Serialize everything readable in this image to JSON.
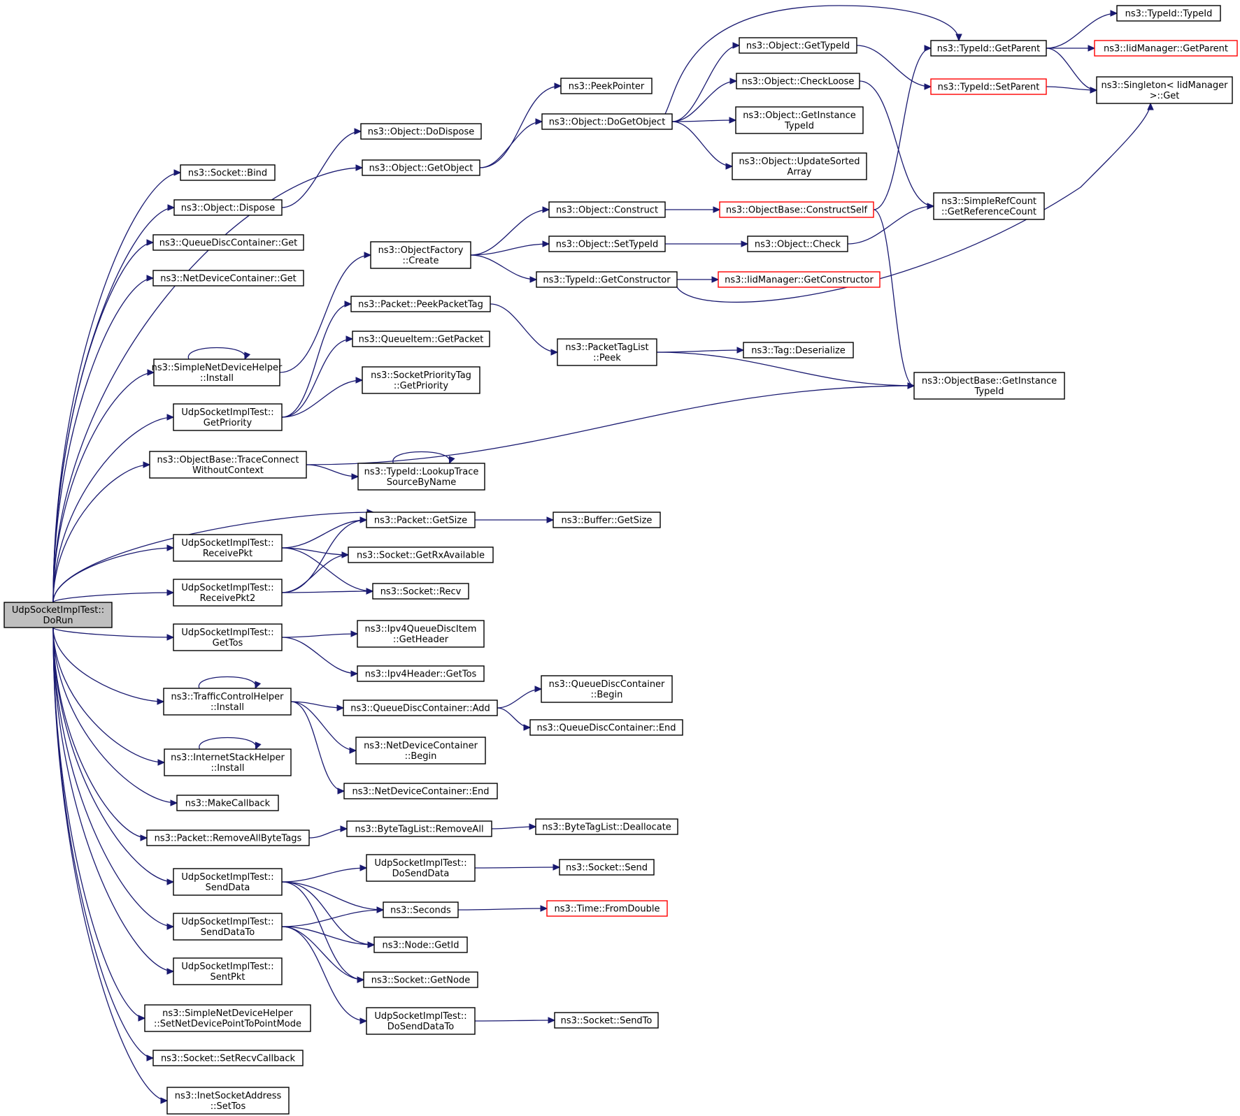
{
  "nodes": {
    "doRun": {
      "lines": [
        "UdpSocketImplTest::",
        "DoRun"
      ]
    },
    "socketBind": {
      "lines": [
        "ns3::Socket::Bind"
      ]
    },
    "objectDispose": {
      "lines": [
        "ns3::Object::Dispose"
      ]
    },
    "qdcGet": {
      "lines": [
        "ns3::QueueDiscContainer::Get"
      ]
    },
    "ndcGet": {
      "lines": [
        "ns3::NetDeviceContainer::Get"
      ]
    },
    "sndhInstall": {
      "lines": [
        "ns3::SimpleNetDeviceHelper",
        "::Install"
      ]
    },
    "udpGetPriority": {
      "lines": [
        "UdpSocketImplTest::",
        "GetPriority"
      ]
    },
    "traceConnect": {
      "lines": [
        "ns3::ObjectBase::TraceConnect",
        "WithoutContext"
      ]
    },
    "udpReceivePkt": {
      "lines": [
        "UdpSocketImplTest::",
        "ReceivePkt"
      ]
    },
    "udpReceivePkt2": {
      "lines": [
        "UdpSocketImplTest::",
        "ReceivePkt2"
      ]
    },
    "udpGetTos": {
      "lines": [
        "UdpSocketImplTest::",
        "GetTos"
      ]
    },
    "tchInstall": {
      "lines": [
        "ns3::TrafficControlHelper",
        "::Install"
      ]
    },
    "ishInstall": {
      "lines": [
        "ns3::InternetStackHelper",
        "::Install"
      ]
    },
    "makeCallback": {
      "lines": [
        "ns3::MakeCallback"
      ]
    },
    "removeAllByteTags": {
      "lines": [
        "ns3::Packet::RemoveAllByteTags"
      ]
    },
    "udpSendData": {
      "lines": [
        "UdpSocketImplTest::",
        "SendData"
      ]
    },
    "udpSendDataTo": {
      "lines": [
        "UdpSocketImplTest::",
        "SendDataTo"
      ]
    },
    "udpSentPkt": {
      "lines": [
        "UdpSocketImplTest::",
        "SentPkt"
      ]
    },
    "setP2PMode": {
      "lines": [
        "ns3::SimpleNetDeviceHelper",
        "::SetNetDevicePointToPointMode"
      ]
    },
    "setRecvCallback": {
      "lines": [
        "ns3::Socket::SetRecvCallback"
      ]
    },
    "inetSetTos": {
      "lines": [
        "ns3::InetSocketAddress",
        "::SetTos"
      ]
    },
    "objectDoDispose": {
      "lines": [
        "ns3::Object::DoDispose"
      ]
    },
    "objectGetObject": {
      "lines": [
        "ns3::Object::GetObject"
      ]
    },
    "objectFactoryCreate": {
      "lines": [
        "ns3::ObjectFactory",
        "::Create"
      ]
    },
    "packetPeekPacketTag": {
      "lines": [
        "ns3::Packet::PeekPacketTag"
      ]
    },
    "queueItemGetPacket": {
      "lines": [
        "ns3::QueueItem::GetPacket"
      ]
    },
    "socketPriorityTagGetPriority": {
      "lines": [
        "ns3::SocketPriorityTag",
        "::GetPriority"
      ]
    },
    "lookupTraceSource": {
      "lines": [
        "ns3::TypeId::LookupTrace",
        "SourceByName"
      ]
    },
    "packetGetSize": {
      "lines": [
        "ns3::Packet::GetSize"
      ]
    },
    "socketGetRxAvailable": {
      "lines": [
        "ns3::Socket::GetRxAvailable"
      ]
    },
    "socketRecv": {
      "lines": [
        "ns3::Socket::Recv"
      ]
    },
    "ipv4QdiGetHeader": {
      "lines": [
        "ns3::Ipv4QueueDiscItem",
        "::GetHeader"
      ]
    },
    "ipv4HeaderGetTos": {
      "lines": [
        "ns3::Ipv4Header::GetTos"
      ]
    },
    "qdcAdd": {
      "lines": [
        "ns3::QueueDiscContainer::Add"
      ]
    },
    "ndcBegin": {
      "lines": [
        "ns3::NetDeviceContainer",
        "::Begin"
      ]
    },
    "ndcEnd": {
      "lines": [
        "ns3::NetDeviceContainer::End"
      ]
    },
    "btlRemoveAll": {
      "lines": [
        "ns3::ByteTagList::RemoveAll"
      ]
    },
    "udpDoSendData": {
      "lines": [
        "UdpSocketImplTest::",
        "DoSendData"
      ]
    },
    "seconds": {
      "lines": [
        "ns3::Seconds"
      ]
    },
    "nodeGetId": {
      "lines": [
        "ns3::Node::GetId"
      ]
    },
    "socketGetNode": {
      "lines": [
        "ns3::Socket::GetNode"
      ]
    },
    "udpDoSendDataTo": {
      "lines": [
        "UdpSocketImplTest::",
        "DoSendDataTo"
      ]
    },
    "peekPointer": {
      "lines": [
        "ns3::PeekPointer"
      ]
    },
    "objectDoGetObject": {
      "lines": [
        "ns3::Object::DoGetObject"
      ]
    },
    "objectConstruct": {
      "lines": [
        "ns3::Object::Construct"
      ]
    },
    "objectSetTypeId": {
      "lines": [
        "ns3::Object::SetTypeId"
      ]
    },
    "typeIdGetConstructor": {
      "lines": [
        "ns3::TypeId::GetConstructor"
      ]
    },
    "packetTagListPeek": {
      "lines": [
        "ns3::PacketTagList",
        "::Peek"
      ]
    },
    "bufferGetSize": {
      "lines": [
        "ns3::Buffer::GetSize"
      ]
    },
    "qdcBegin": {
      "lines": [
        "ns3::QueueDiscContainer",
        "::Begin"
      ]
    },
    "qdcEnd": {
      "lines": [
        "ns3::QueueDiscContainer::End"
      ]
    },
    "btlDeallocate": {
      "lines": [
        "ns3::ByteTagList::Deallocate"
      ]
    },
    "socketSend": {
      "lines": [
        "ns3::Socket::Send"
      ]
    },
    "timeFromDouble": {
      "lines": [
        "ns3::Time::FromDouble"
      ]
    },
    "socketSendTo": {
      "lines": [
        "ns3::Socket::SendTo"
      ]
    },
    "objectGetTypeId": {
      "lines": [
        "ns3::Object::GetTypeId"
      ]
    },
    "objectCheckLoose": {
      "lines": [
        "ns3::Object::CheckLoose"
      ]
    },
    "objectGetInstanceTypeId": {
      "lines": [
        "ns3::Object::GetInstance",
        "TypeId"
      ]
    },
    "objectUpdateSortedArray": {
      "lines": [
        "ns3::Object::UpdateSorted",
        "Array"
      ]
    },
    "objectBaseConstructSelf": {
      "lines": [
        "ns3::ObjectBase::ConstructSelf"
      ]
    },
    "objectCheck": {
      "lines": [
        "ns3::Object::Check"
      ]
    },
    "iidGetConstructor": {
      "lines": [
        "ns3::IidManager::GetConstructor"
      ]
    },
    "tagDeserialize": {
      "lines": [
        "ns3::Tag::Deserialize"
      ]
    },
    "typeIdGetParent": {
      "lines": [
        "ns3::TypeId::GetParent"
      ]
    },
    "typeIdSetParent": {
      "lines": [
        "ns3::TypeId::SetParent"
      ]
    },
    "simpleRefCount": {
      "lines": [
        "ns3::SimpleRefCount",
        "::GetReferenceCount"
      ]
    },
    "objectBaseGetInstanceTypeId": {
      "lines": [
        "ns3::ObjectBase::GetInstance",
        "TypeId"
      ]
    },
    "typeIdTypeId": {
      "lines": [
        "ns3::TypeId::TypeId"
      ]
    },
    "iidGetParent": {
      "lines": [
        "ns3::IidManager::GetParent"
      ]
    },
    "singletonGet": {
      "lines": [
        "ns3::Singleton< IidManager",
        " >::Get"
      ]
    }
  },
  "colors": {
    "edge": "#191970",
    "root_fill": "#bfbfbf",
    "truncated_border": "#ff0000",
    "border": "#000000"
  }
}
